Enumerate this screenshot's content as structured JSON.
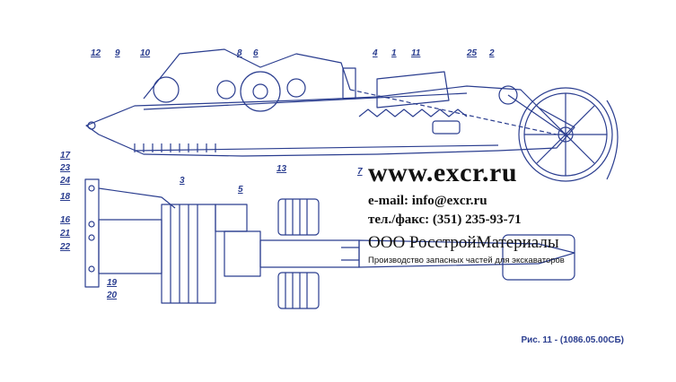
{
  "callouts": [
    {
      "id": "12",
      "text": "12"
    },
    {
      "id": "9",
      "text": "9"
    },
    {
      "id": "10",
      "text": "10"
    },
    {
      "id": "8",
      "text": "8"
    },
    {
      "id": "6",
      "text": "6"
    },
    {
      "id": "4",
      "text": "4"
    },
    {
      "id": "1",
      "text": "1"
    },
    {
      "id": "11",
      "text": "11"
    },
    {
      "id": "25",
      "text": "25"
    },
    {
      "id": "2",
      "text": "2"
    },
    {
      "id": "13",
      "text": "13"
    },
    {
      "id": "7",
      "text": "7"
    },
    {
      "id": "17",
      "text": "17"
    },
    {
      "id": "23",
      "text": "23"
    },
    {
      "id": "24",
      "text": "24"
    },
    {
      "id": "18",
      "text": "18"
    },
    {
      "id": "3",
      "text": "3"
    },
    {
      "id": "5",
      "text": "5"
    },
    {
      "id": "16",
      "text": "16"
    },
    {
      "id": "21",
      "text": "21"
    },
    {
      "id": "22",
      "text": "22"
    },
    {
      "id": "19",
      "text": "19"
    },
    {
      "id": "20",
      "text": "20"
    }
  ],
  "watermark": {
    "site": "www.excr.ru",
    "email": "e-mail: info@excr.ru",
    "phone": "тел./факс: (351) 235-93-71",
    "company": "ООО РосстройМатериалы",
    "tagline": "Производство запасных частей для экскаваторов"
  },
  "caption": "Рис. 11 - (1086.05.00СБ)",
  "colors": {
    "line": "#2a3d8f",
    "watermark": "#111111"
  }
}
